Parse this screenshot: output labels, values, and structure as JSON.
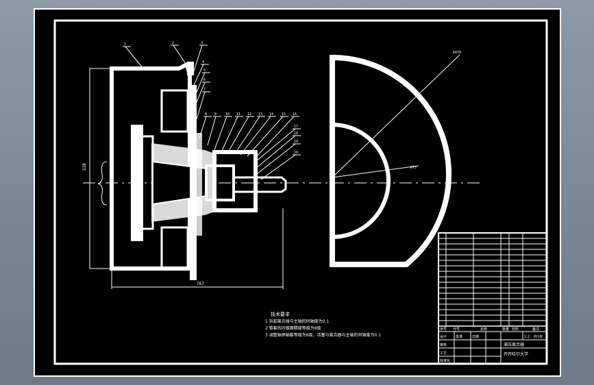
{
  "notes": {
    "title": "技术要求",
    "lines": [
      "1  拆卸离合器与主轴的同轴度为0.1",
      "2  锥套的内锥面精度等级为6级",
      "3  调整轴承轴套等级为6级，活塞与离合器与主轴的同轴度为0.1"
    ]
  },
  "leaders": {
    "numbers": [
      "1",
      "2",
      "3",
      "4",
      "5",
      "6",
      "7",
      "8",
      "9",
      "10",
      "11",
      "12",
      "13",
      "14",
      "15",
      "16",
      "17",
      "18",
      "19",
      "20"
    ]
  },
  "dims": {
    "width": "767",
    "height": "538",
    "radius_outer": "R470",
    "radius_inner": "R75"
  },
  "title_block": {
    "drawing_name": "液压离合器",
    "school": "齐齐哈尔大学",
    "scale": "1:2",
    "sheets": "共1张",
    "headers": [
      "序号",
      "代号",
      "名称",
      "数量",
      "材料",
      "备注"
    ],
    "labels": [
      "设计",
      "审核",
      "工艺",
      "标准化",
      "批准",
      "日期"
    ]
  }
}
